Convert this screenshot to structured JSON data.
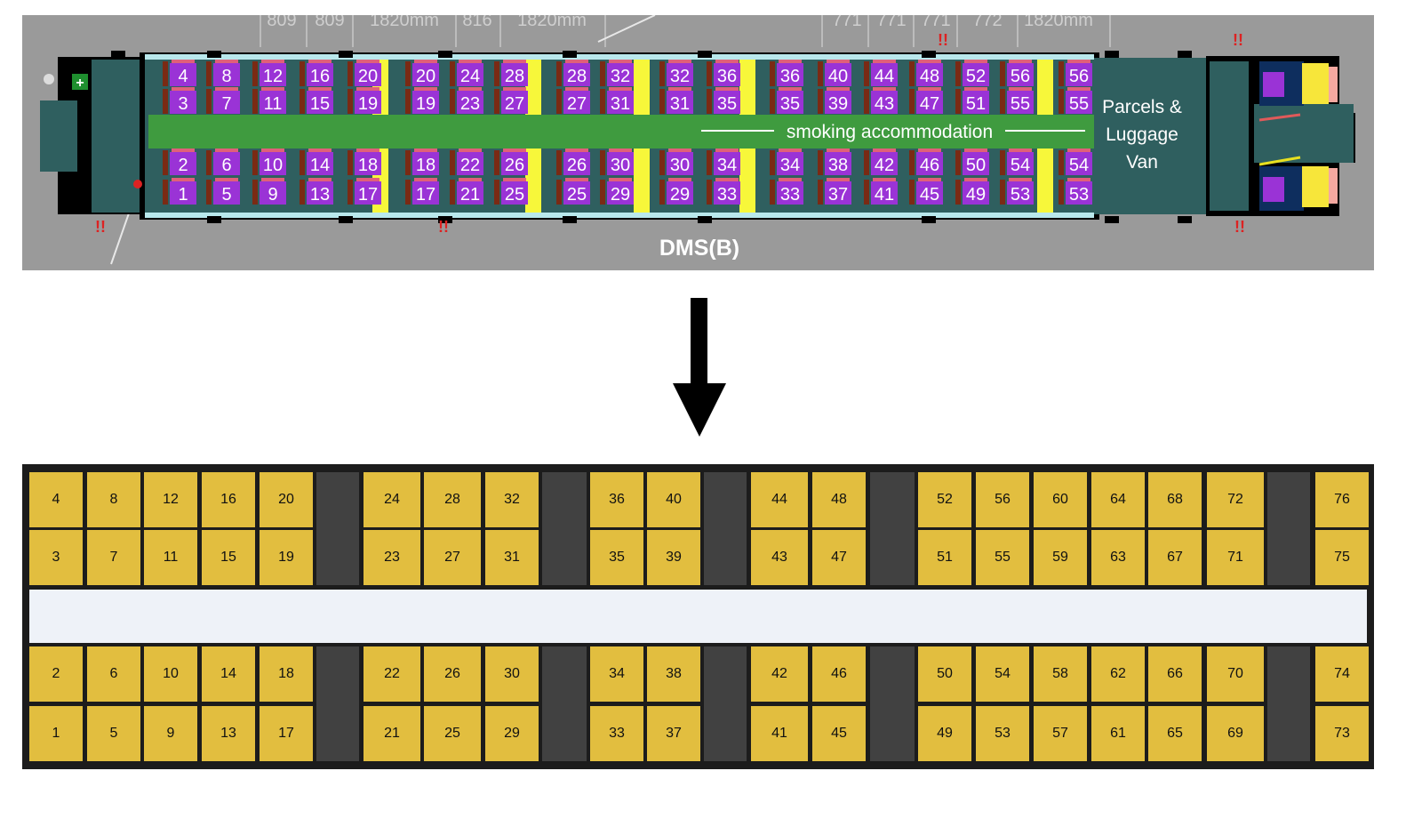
{
  "top": {
    "dimension_labels": [
      "809",
      "809",
      "1820mm",
      "816",
      "1820mm",
      "1820mm",
      "771",
      "771",
      "771",
      "772",
      "1820mm"
    ],
    "smoking_label": "smoking accommodation",
    "parcels_label": [
      "Parcels &",
      "Luggage",
      "Van"
    ],
    "vehicle_code": "DMS(B)",
    "warning_marker": "!!",
    "seat_columns": [
      {
        "top": [
          4,
          3
        ],
        "bottom": [
          2,
          1
        ]
      },
      {
        "top": [
          8,
          7
        ],
        "bottom": [
          6,
          5
        ]
      },
      {
        "top": [
          12,
          11
        ],
        "bottom": [
          10,
          9
        ]
      },
      {
        "top": [
          16,
          15
        ],
        "bottom": [
          14,
          13
        ]
      },
      {
        "top": [
          20,
          19
        ],
        "bottom": [
          18,
          17
        ]
      },
      {
        "top": [
          20,
          19
        ],
        "bottom": [
          18,
          17
        ]
      },
      {
        "top": [
          24,
          23
        ],
        "bottom": [
          22,
          21
        ]
      },
      {
        "top": [
          28,
          27
        ],
        "bottom": [
          26,
          25
        ]
      },
      {
        "top": [
          28,
          27
        ],
        "bottom": [
          26,
          25
        ]
      },
      {
        "top": [
          32,
          31
        ],
        "bottom": [
          30,
          29
        ]
      },
      {
        "top": [
          32,
          31
        ],
        "bottom": [
          30,
          29
        ]
      },
      {
        "top": [
          36,
          35
        ],
        "bottom": [
          34,
          33
        ]
      },
      {
        "top": [
          36,
          35
        ],
        "bottom": [
          34,
          33
        ]
      },
      {
        "top": [
          40,
          39
        ],
        "bottom": [
          38,
          37
        ]
      },
      {
        "top": [
          44,
          43
        ],
        "bottom": [
          42,
          41
        ]
      },
      {
        "top": [
          48,
          47
        ],
        "bottom": [
          46,
          45
        ]
      },
      {
        "top": [
          52,
          51
        ],
        "bottom": [
          50,
          49
        ]
      },
      {
        "top": [
          56,
          55
        ],
        "bottom": [
          54,
          53
        ]
      },
      {
        "top": [
          56,
          55
        ],
        "bottom": [
          54,
          53
        ]
      }
    ]
  },
  "bottom": {
    "columns": [
      {
        "type": "seat",
        "top": [
          4,
          3
        ],
        "bottom": [
          2,
          1
        ]
      },
      {
        "type": "seat",
        "top": [
          8,
          7
        ],
        "bottom": [
          6,
          5
        ]
      },
      {
        "type": "seat",
        "top": [
          12,
          11
        ],
        "bottom": [
          10,
          9
        ]
      },
      {
        "type": "seat",
        "top": [
          16,
          15
        ],
        "bottom": [
          14,
          13
        ]
      },
      {
        "type": "seat",
        "top": [
          20,
          19
        ],
        "bottom": [
          18,
          17
        ]
      },
      {
        "type": "gap"
      },
      {
        "type": "seat",
        "top": [
          24,
          23
        ],
        "bottom": [
          22,
          21
        ]
      },
      {
        "type": "seat",
        "top": [
          28,
          27
        ],
        "bottom": [
          26,
          25
        ]
      },
      {
        "type": "seat",
        "top": [
          32,
          31
        ],
        "bottom": [
          30,
          29
        ]
      },
      {
        "type": "gap"
      },
      {
        "type": "seat",
        "top": [
          36,
          35
        ],
        "bottom": [
          34,
          33
        ]
      },
      {
        "type": "seat",
        "top": [
          40,
          39
        ],
        "bottom": [
          38,
          37
        ]
      },
      {
        "type": "gap"
      },
      {
        "type": "seat",
        "top": [
          44,
          43
        ],
        "bottom": [
          42,
          41
        ]
      },
      {
        "type": "seat",
        "top": [
          48,
          47
        ],
        "bottom": [
          46,
          45
        ]
      },
      {
        "type": "gap"
      },
      {
        "type": "seat",
        "top": [
          52,
          51
        ],
        "bottom": [
          50,
          49
        ]
      },
      {
        "type": "seat",
        "top": [
          56,
          55
        ],
        "bottom": [
          54,
          53
        ]
      },
      {
        "type": "seat",
        "top": [
          60,
          59
        ],
        "bottom": [
          58,
          57
        ]
      },
      {
        "type": "seat",
        "top": [
          64,
          63
        ],
        "bottom": [
          62,
          61
        ]
      },
      {
        "type": "seat",
        "top": [
          68,
          67
        ],
        "bottom": [
          66,
          65
        ]
      },
      {
        "type": "seat",
        "top": [
          72,
          71
        ],
        "bottom": [
          70,
          69
        ]
      },
      {
        "type": "gap"
      },
      {
        "type": "seat",
        "top": [
          76,
          75
        ],
        "bottom": [
          74,
          73
        ]
      }
    ]
  },
  "colors": {
    "top_background": "#9a9a9a",
    "body_teal": "#2f5f5f",
    "aisle_green": "#3f9b3f",
    "seat_purple": "#9a33d6",
    "partition_yellow": "#f7f73a",
    "seat_yellow": "#e2be3f",
    "gap_grey": "#414141",
    "aisle_light": "#eef2f8",
    "warning_red": "#dd2222"
  }
}
